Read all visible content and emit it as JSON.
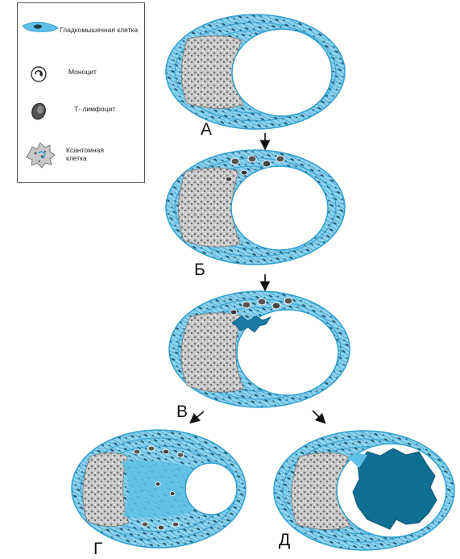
{
  "legend": {
    "items": [
      {
        "key": "smooth_muscle",
        "label": "Гладкомышечная клетка",
        "icon": "smooth-muscle-cell-icon"
      },
      {
        "key": "monocyte",
        "label": "Моноцит",
        "icon": "monocyte-icon"
      },
      {
        "key": "t_lymphocyte",
        "label": "Т- лимфоцит",
        "icon": "t-lymphocyte-icon"
      },
      {
        "key": "xanthoma",
        "label": "Ксантомная клетка",
        "icon": "xanthoma-cell-icon"
      }
    ]
  },
  "stages": {
    "a": "А",
    "b": "Б",
    "v": "В",
    "g": "Г",
    "d": "Д"
  },
  "colors": {
    "wall": "#8fd3ee",
    "wall_line": "#2f9fcf",
    "cell_dark": "#1a3a4a",
    "plaque": "#b9b9b9",
    "thrombus": "#0e6f93",
    "lumen": "#ffffff"
  }
}
